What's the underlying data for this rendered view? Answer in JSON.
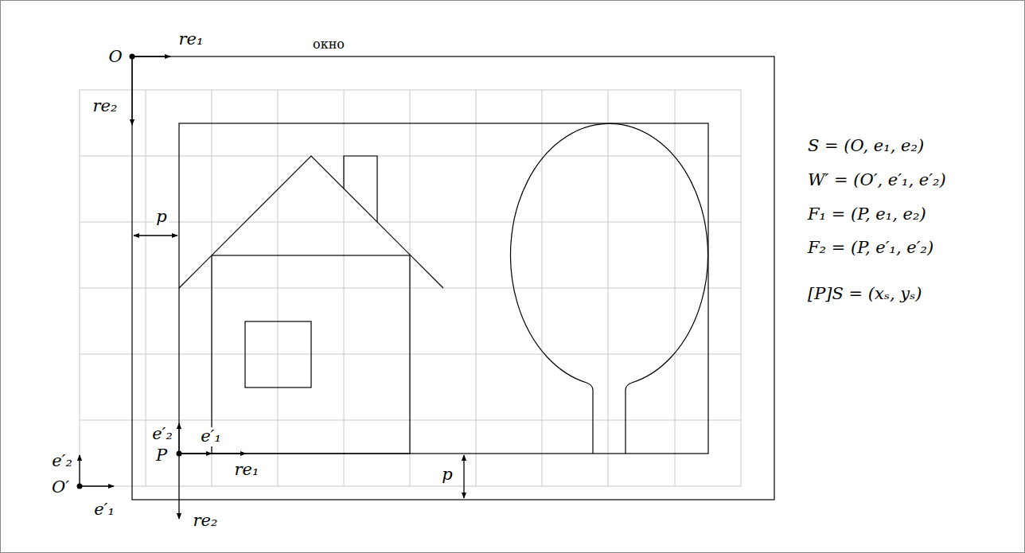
{
  "diagram": {
    "labels": [
      "окно",
      "O",
      "re₁",
      "re₂",
      "p",
      "e′₂",
      "e′₁",
      "P",
      "re₁",
      "e′₂",
      "O′",
      "e′₁",
      "re₂",
      "p",
      "S = (O, e₁, e₂)",
      "W′ = (O′, e′₁, e′₂)",
      "F₁ = (P, e₁, e₂)",
      "F₂ = (P, e′₁, e′₂)",
      "[P]S = (xₛ, yₛ)"
    ]
  }
}
